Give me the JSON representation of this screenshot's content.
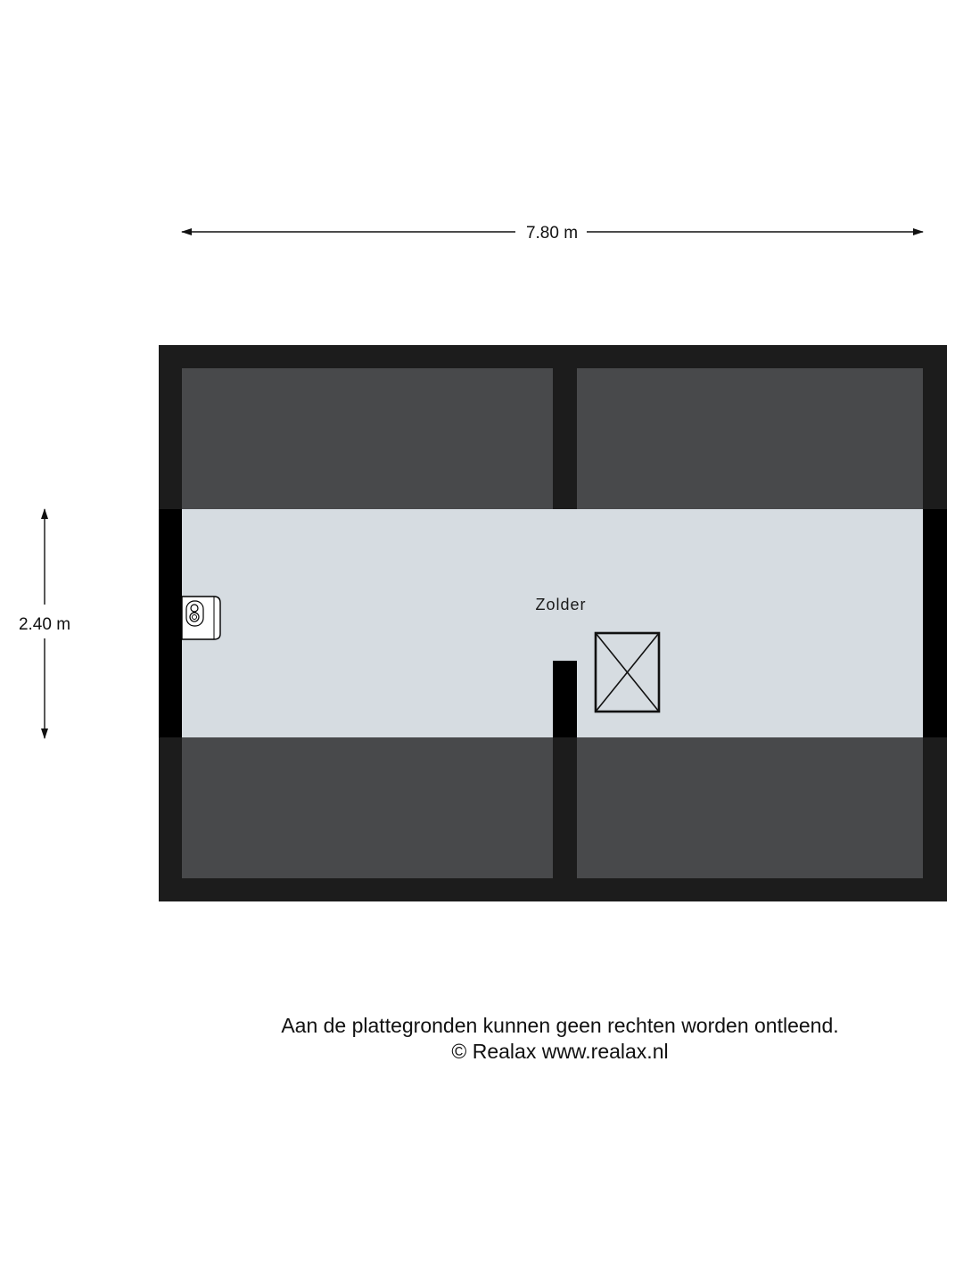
{
  "dimensions": {
    "width_label": "7.80 m",
    "height_label": "2.40 m"
  },
  "rooms": [
    {
      "name": "Zolder"
    }
  ],
  "footer": {
    "disclaimer": "Aan de plattegronden kunnen geen rechten worden ontleend.",
    "copyright": "© Realax www.realax.nl"
  },
  "colors": {
    "wall": "#1c1c1c",
    "low_ceiling_area": "#48494b",
    "floor": "#d6dce1",
    "exterior_wall_black": "#000000"
  }
}
